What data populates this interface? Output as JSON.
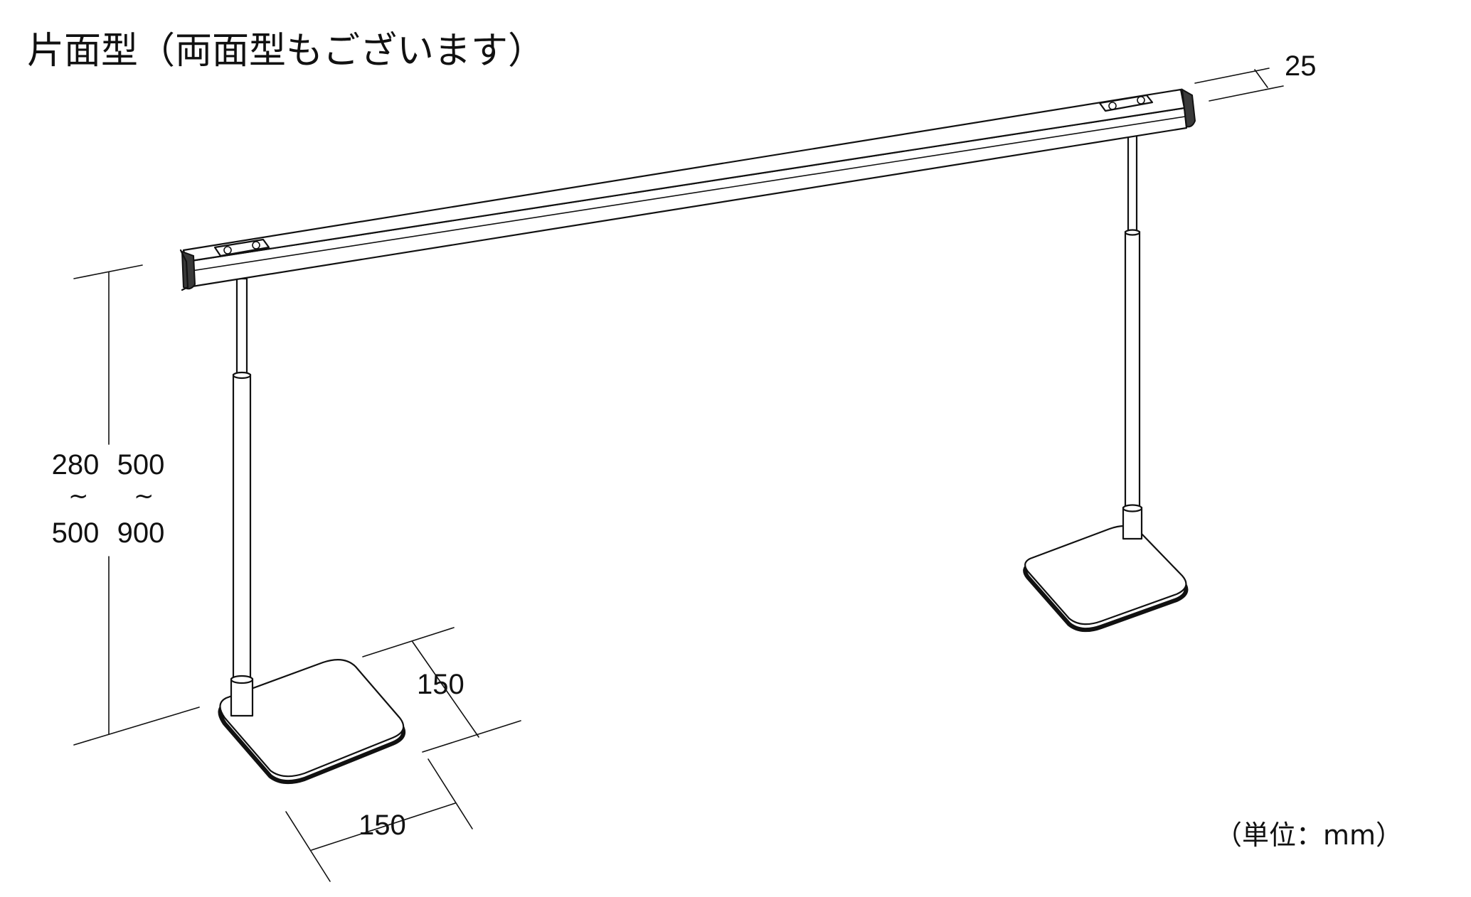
{
  "title": "片面型（両面型もございます）",
  "unit_note": "（単位：mm）",
  "dimensions": {
    "bar_depth": "25",
    "height_short": {
      "min": "280",
      "sep": "~",
      "max": "500"
    },
    "height_long": {
      "min": "500",
      "sep": "~",
      "max": "900"
    },
    "base_depth": "150",
    "base_width": "150"
  }
}
